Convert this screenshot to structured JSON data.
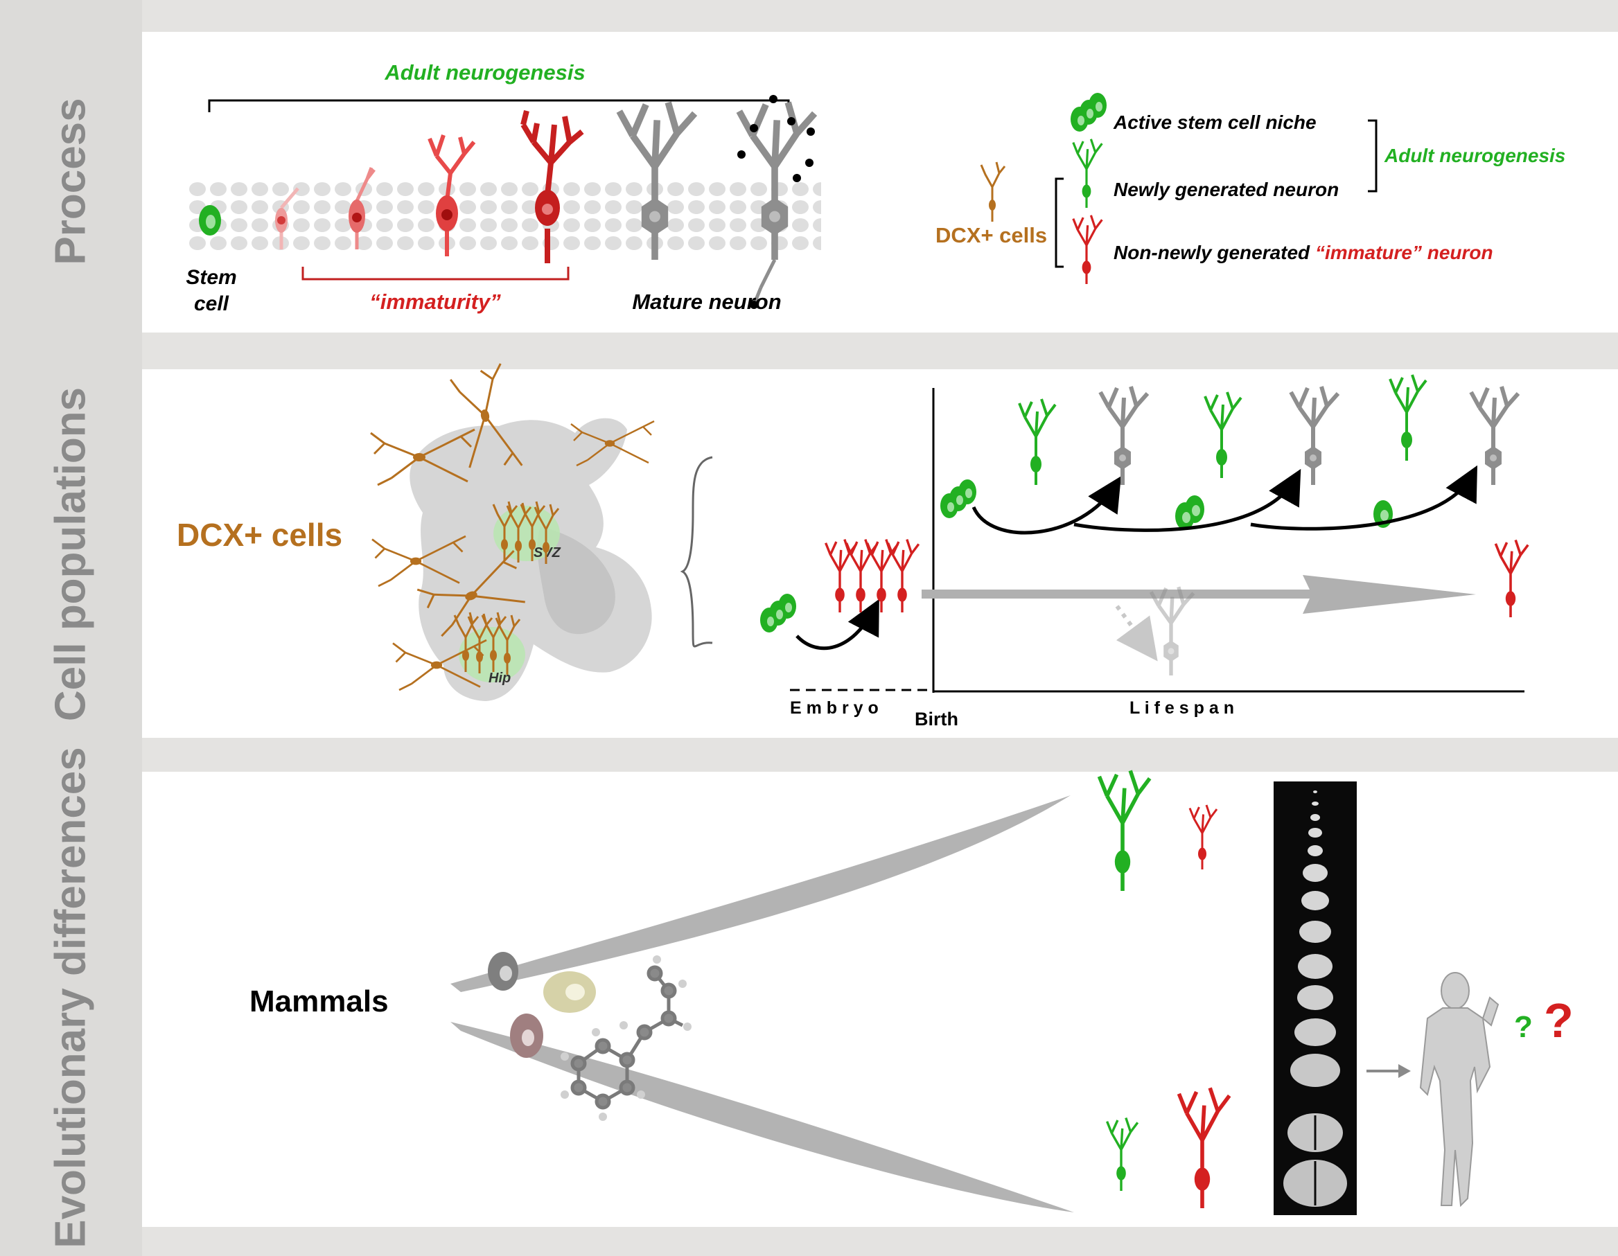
{
  "side_labels": {
    "process": "Process",
    "cell_populations": "Cell populations",
    "evolutionary": "Evolutionary differences"
  },
  "process": {
    "adult_neurogenesis": "Adult neurogenesis",
    "stem_cell_line1": "Stem",
    "stem_cell_line2": "cell",
    "immaturity": "“immaturity”",
    "mature_neuron": "Mature neuron",
    "legend": {
      "active_niche": "Active stem cell niche",
      "newly_generated": "Newly generated neuron",
      "non_newly_prefix": "Non-newly generated ",
      "non_newly_highlight": "“immature” neuron",
      "dcx_cells": "DCX+ cells",
      "adult_neurogenesis": "Adult neurogenesis"
    }
  },
  "cell_populations": {
    "dcx_cells": "DCX+ cells",
    "svz": "SVZ",
    "hip": "Hip",
    "embryo": "E m b r y o",
    "birth": "Birth",
    "lifespan": "L i f e s p a n"
  },
  "evolutionary": {
    "mammals": "Mammals",
    "q_green": "?",
    "q_red": "?"
  },
  "colors": {
    "green": "#22b022",
    "red": "#d42020",
    "brown": "#b5701f",
    "grey_label": "#8a8a8a",
    "grey_cell": "#8e8e8e"
  }
}
